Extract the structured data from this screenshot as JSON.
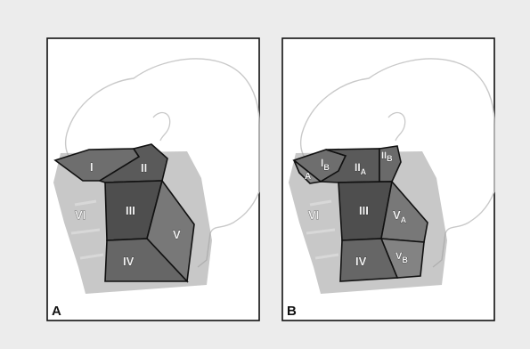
{
  "panels": [
    {
      "letter": "A",
      "levels": {
        "I": "I",
        "II": "II",
        "III": "III",
        "IV": "IV",
        "V": "V",
        "VI": "VI"
      }
    },
    {
      "letter": "B",
      "levels": {
        "IB": "I",
        "IB_sub": "B",
        "IA": "A",
        "IIA": "II",
        "IIA_sub": "A",
        "IIB": "II",
        "IIB_sub": "B",
        "III": "III",
        "VA": "V",
        "VA_sub": "A",
        "VB": "V",
        "VB_sub": "B",
        "IV": "IV",
        "VI": "VI"
      }
    }
  ],
  "colors": {
    "background": "#ececec",
    "panel": "#ffffff",
    "head_outline": "#c9c9c9",
    "neck_shading": "#8a8a8a",
    "zone_fill": "#5c5c5c",
    "border": "#111111"
  }
}
